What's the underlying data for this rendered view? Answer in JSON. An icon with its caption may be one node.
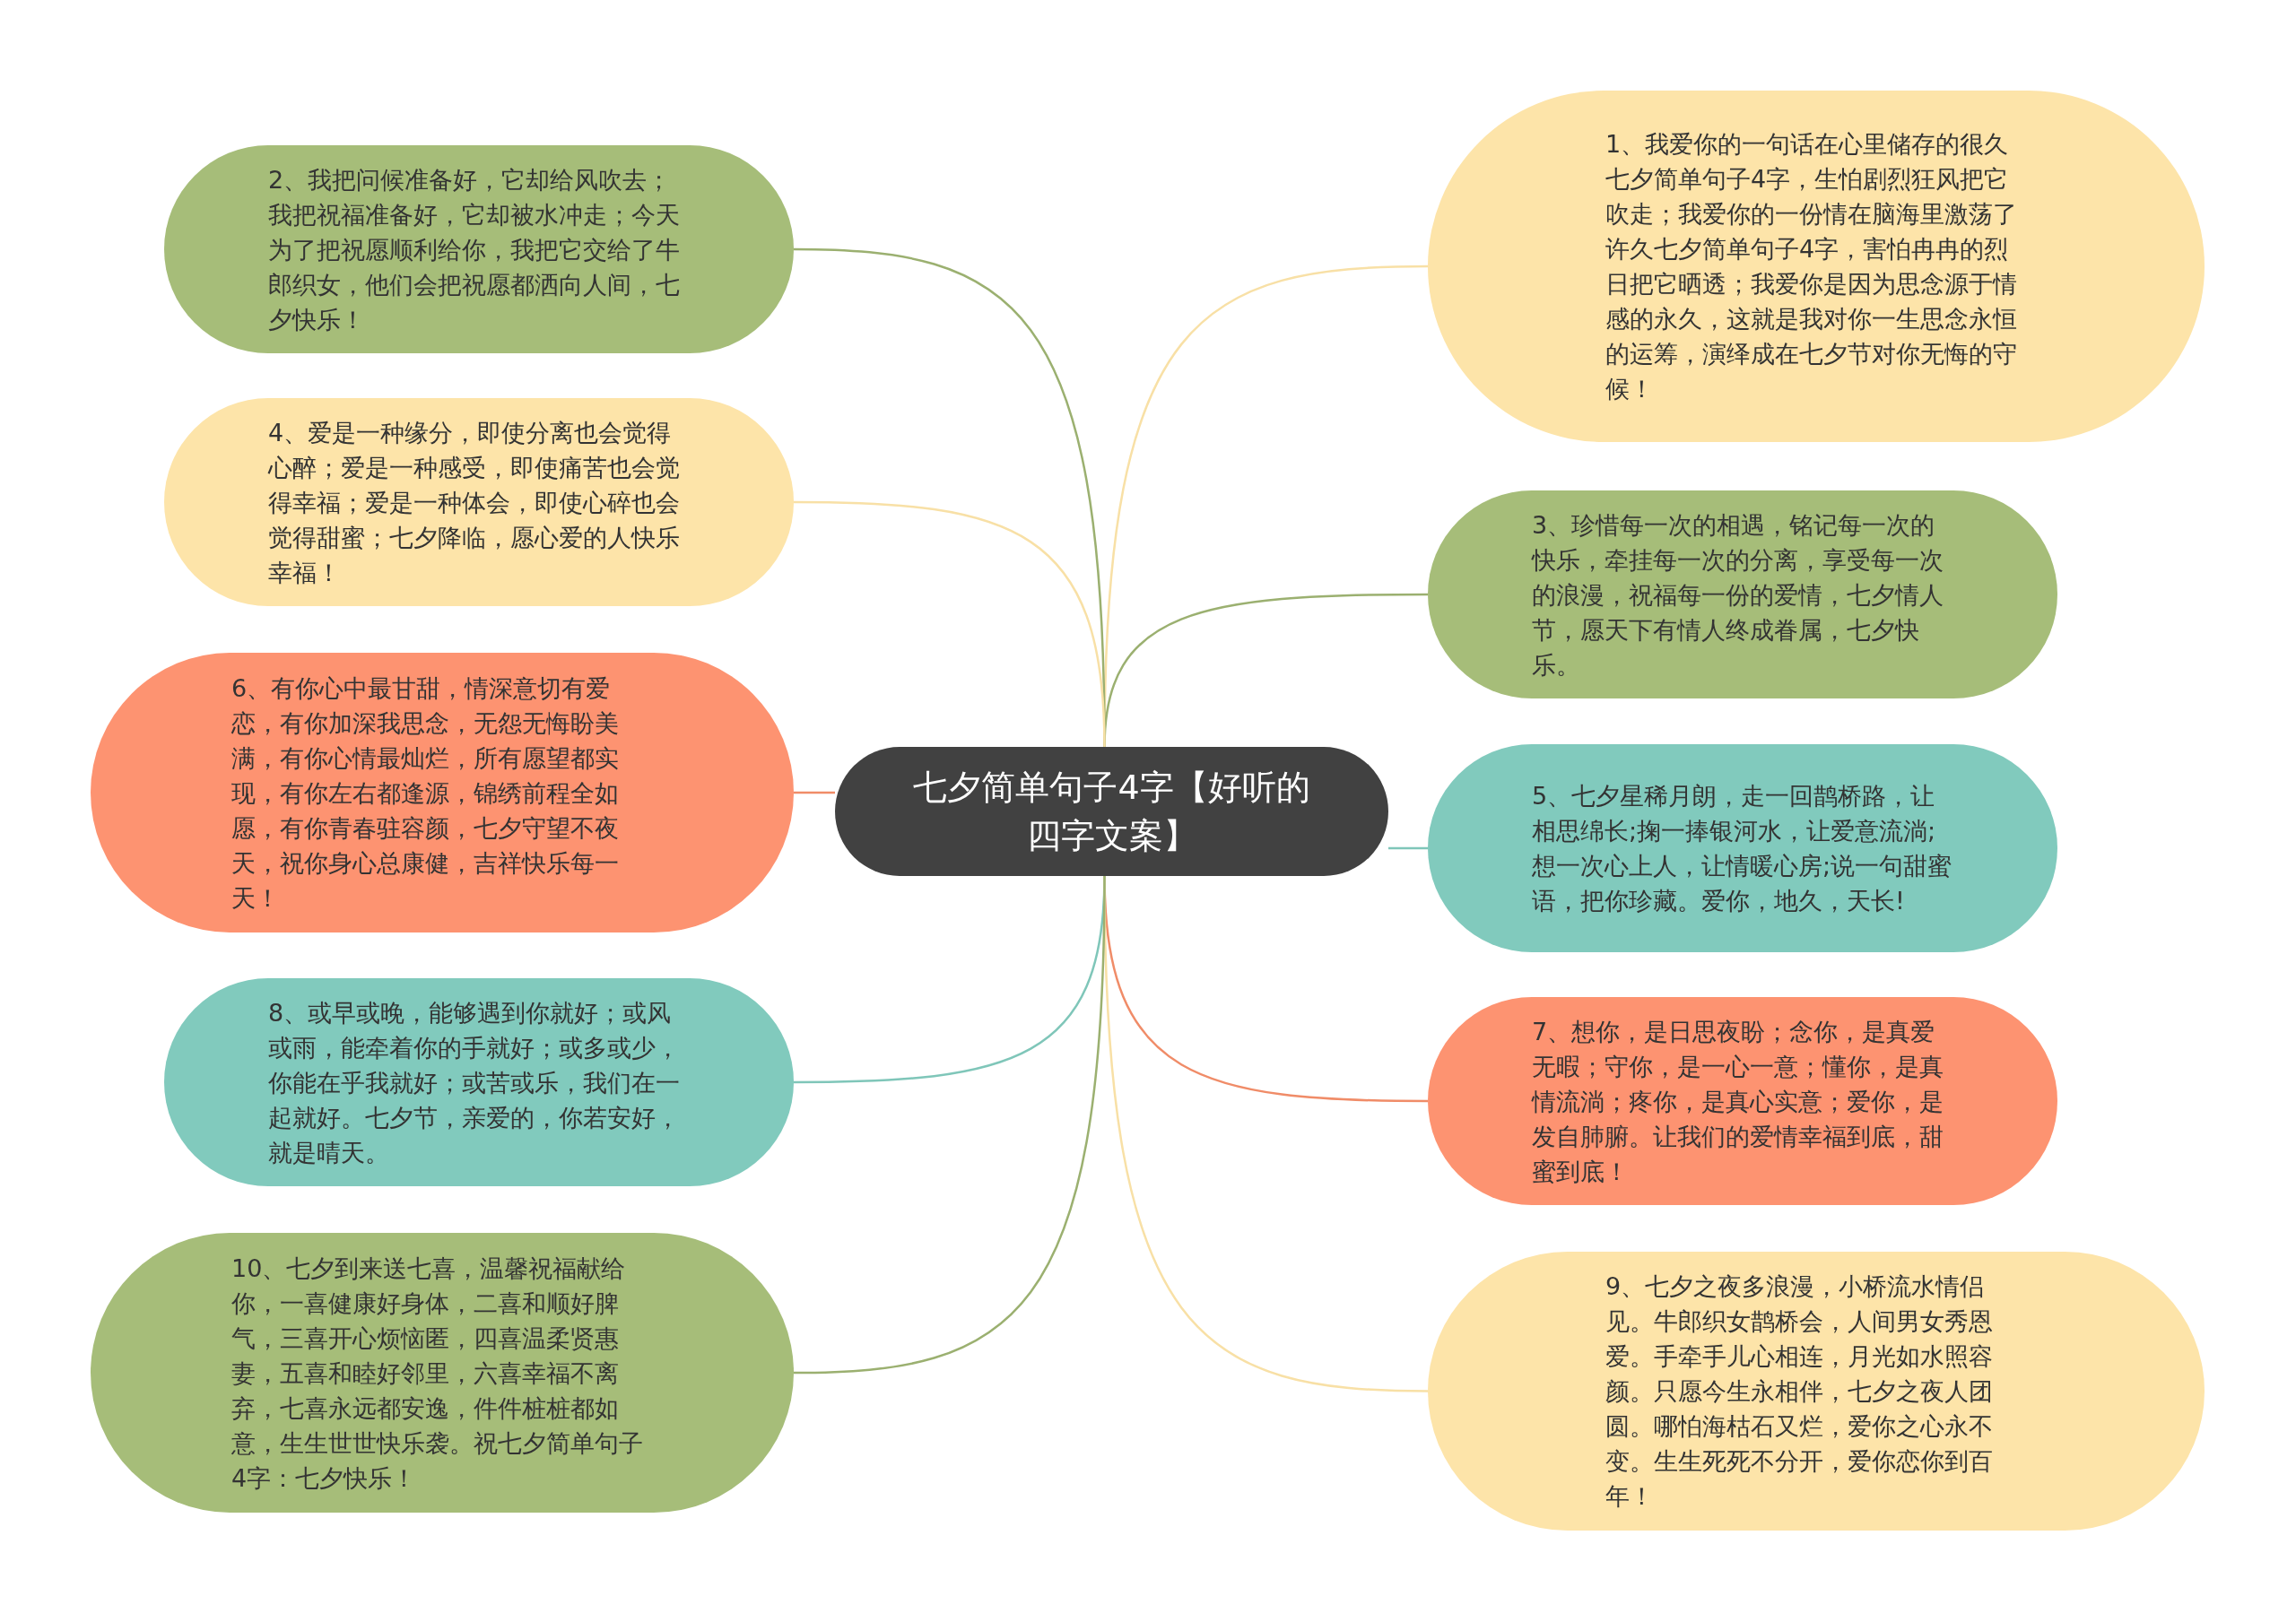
{
  "diagram": {
    "nodes": [
      {
        "text": [
          "七夕简单句子4字【好听的四字文案】"
        ]
      },
      {
        "text": [
          "1、我爱你的一句话在心里储存的很久七夕简单句子4字，生怕剧烈狂风把它吹走；我爱你的一份情在脑海里激荡了许久七夕简单句子4字，害怕冉冉的烈日把它晒透；我爱你是因为思念源于情感的永久，这就是我对你一生思念永恒的运筹，演绎成在七夕节对你无悔的守候！"
        ]
      },
      {
        "text": [
          "2、我把问候准备好，它却给风吹去；我把祝福准备好，它却被水冲走；今天为了把祝愿顺利给你，我把它交给了牛郎织女，他们会把祝愿都洒向人间，七夕快乐！"
        ]
      },
      {
        "text": [
          "3、珍惜每一次的相遇，铭记每一次的快乐，牵挂每一次的分离，享受每一次的浪漫，祝福每一份的爱情，七夕情人节，愿天下有情人终成眷属，七夕快乐。"
        ]
      },
      {
        "text": [
          "4、爱是一种缘分，即使分离也会觉得心醉；爱是一种感受，即使痛苦也会觉得幸福；爱是一种体会，即使心碎也会觉得甜蜜；七夕降临，愿心爱的人快乐幸福！"
        ]
      },
      {
        "text": [
          "5、七夕星稀月朗，走一回鹊桥路，让相思绵长;掬一捧银河水，让爱意流淌;想一次心上人，让情暖心房;说一句甜蜜语，把你珍藏。爱你，地久，天长!"
        ]
      },
      {
        "text": [
          "6、有你心中最甘甜，情深意切有爱恋，有你加深我思念，无怨无悔盼美满，有你心情最灿烂，所有愿望都实现，有你左右都逢源，锦绣前程全如愿，有你青春驻容颜，七夕守望不夜天，祝你身心总康健，吉祥快乐每一天！"
        ]
      },
      {
        "text": [
          "7、想你，是日思夜盼；念你，是真爱无暇；守你，是一心一意；懂你，是真情流淌；疼你，是真心实意；爱你，是发自肺腑。让我们的爱情幸福到底，甜蜜到底！"
        ]
      },
      {
        "text": [
          "8、或早或晚，能够遇到你就好；或风或雨，能牵着你的手就好；或多或少，你能在乎我就好；或苦或乐，我们在一起就好。七夕节，亲爱的，你若安好，就是晴天。"
        ]
      },
      {
        "text": [
          "9、七夕之夜多浪漫，小桥流水情侣见。牛郎织女鹊桥会，人间男女秀恩爱。手牵手儿心相连，月光如水照容颜。只愿今生永相伴，七夕之夜人团圆。哪怕海枯石又烂，爱你之心永不变。生生死死不分开，爱你恋你到百年！"
        ]
      },
      {
        "text": [
          "10、七夕到来送七喜，温馨祝福献给你，一喜健康好身体，二喜和顺好脾气，三喜开心烦恼匿，四喜温柔贤惠妻，五喜和睦好邻里，六喜幸福不离弃，七喜永远都安逸，件件桩桩都如意，生生世世快乐袭。祝七夕简单句子4字：七夕快乐！"
        ]
      }
    ],
    "edges": [
      {
        "from": 0,
        "to": 1,
        "arrow": "none",
        "color": "#f8e0a6"
      },
      {
        "from": 0,
        "to": 2,
        "arrow": "none",
        "color": "#9bb070"
      },
      {
        "from": 0,
        "to": 3,
        "arrow": "none",
        "color": "#9bb070"
      },
      {
        "from": 0,
        "to": 4,
        "arrow": "none",
        "color": "#f8e0a6"
      },
      {
        "from": 0,
        "to": 5,
        "arrow": "none",
        "color": "#7fc6b9"
      },
      {
        "from": 0,
        "to": 6,
        "arrow": "none",
        "color": "#f08c68"
      },
      {
        "from": 0,
        "to": 7,
        "arrow": "none",
        "color": "#f08c68"
      },
      {
        "from": 0,
        "to": 8,
        "arrow": "none",
        "color": "#7fc6b9"
      },
      {
        "from": 0,
        "to": 9,
        "arrow": "none",
        "color": "#f8e0a6"
      },
      {
        "from": 0,
        "to": 10,
        "arrow": "none",
        "color": "#9bb070"
      }
    ]
  }
}
